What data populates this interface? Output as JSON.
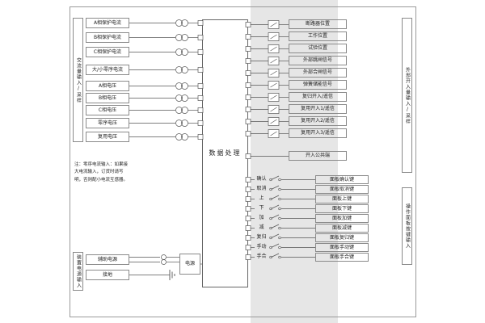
{
  "diagram": {
    "center_box": "数据处理",
    "ac_section": {
      "side_label": "交流量输入/采样",
      "rows": [
        "A相保护电流",
        "B相保护电流",
        "C相保护电流",
        "大/小零序电流",
        "A相电压",
        "B相电压",
        "C相电压",
        "零序电压",
        "复用电压"
      ]
    },
    "digital_inputs": {
      "side_label": "外部开入量输入/采样",
      "rows": [
        "断路器位置",
        "工作位置",
        "试验位置",
        "外部跳闸信号",
        "外部合闸信号",
        "弹簧储能信号",
        "复归开入/遥信",
        "复用开入1/遥信",
        "复用开入2/遥信",
        "复用开入3/遥信",
        "开入公共端"
      ]
    },
    "panel_keys": {
      "side_label": "操作面板按键输入",
      "buttons": [
        "确认",
        "取消",
        "上",
        "下",
        "加",
        "减",
        "复归",
        "手动",
        "手合"
      ],
      "labels": [
        "面板确认键",
        "面板取消键",
        "面板上键",
        "面板下键",
        "面板加键",
        "面板减键",
        "面板复归键",
        "面板手动键",
        "面板手合键"
      ]
    },
    "power": {
      "side_label": "装置电源输入",
      "rows": [
        "辅助电源",
        "接地"
      ],
      "box": "电源"
    },
    "note": "注：零序电流输入：如果接大电流输入，订货时请写明，否则配小电流互感器。"
  }
}
